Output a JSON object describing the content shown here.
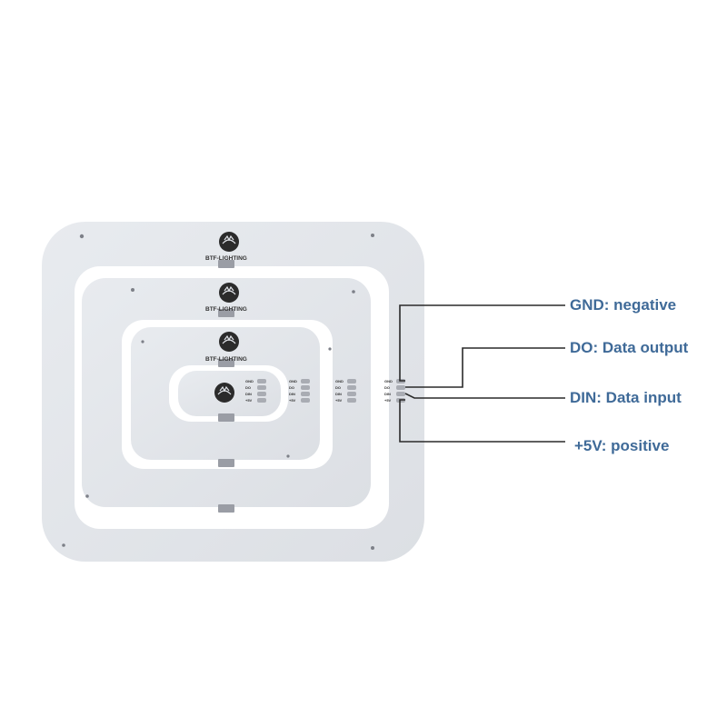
{
  "board": {
    "brand": "BTF-LIGHTING",
    "ring_count": 4,
    "pad_labels": [
      "GND",
      "DO",
      "DIN",
      "+5V"
    ]
  },
  "callouts": [
    {
      "id": "gnd",
      "text": "GND: negative"
    },
    {
      "id": "do",
      "text": "DO: Data output"
    },
    {
      "id": "din",
      "text": "DIN: Data input"
    },
    {
      "id": "v5",
      "text": "+5V: positive"
    }
  ],
  "colors": {
    "board": "#e2e5ea",
    "board_edge": "#d2d6dc",
    "label": "#3f6a98",
    "wire": "#2a2a2a",
    "logo": "#2b2b2b"
  }
}
